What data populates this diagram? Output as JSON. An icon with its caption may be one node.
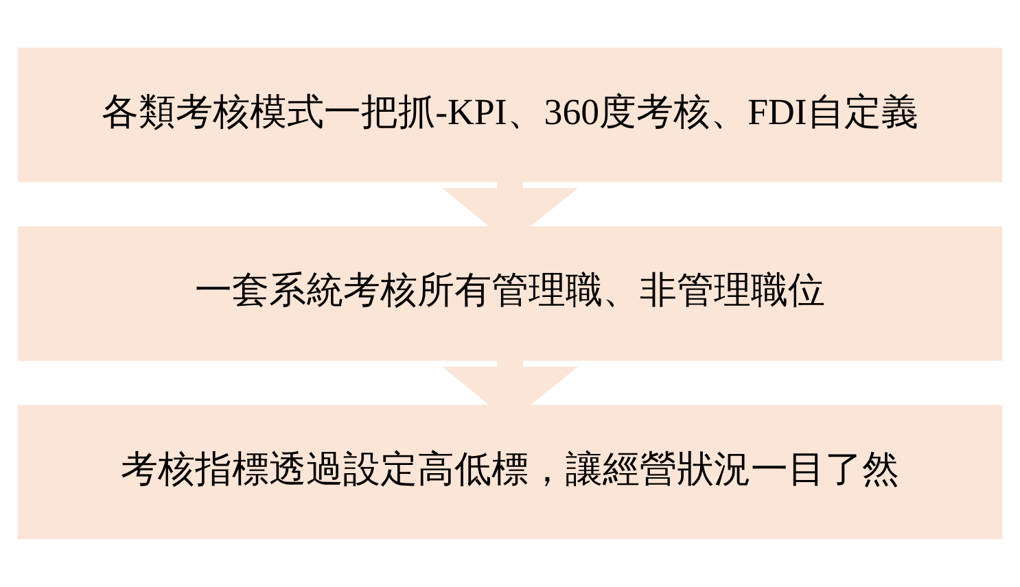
{
  "diagram": {
    "nodes": [
      {
        "text": [
          "各類考核模式一把抓-KPI、360度考核、FDI自定義"
        ]
      },
      {
        "text": [
          "一套系統考核所有管理職、非管理職位"
        ]
      },
      {
        "text": [
          "考核指標透過設定高低標，讓經營狀況一目了然"
        ]
      }
    ],
    "edges": [
      {
        "from": 0,
        "to": 1,
        "arrow": "to"
      },
      {
        "from": 1,
        "to": 2,
        "arrow": "to"
      }
    ]
  }
}
